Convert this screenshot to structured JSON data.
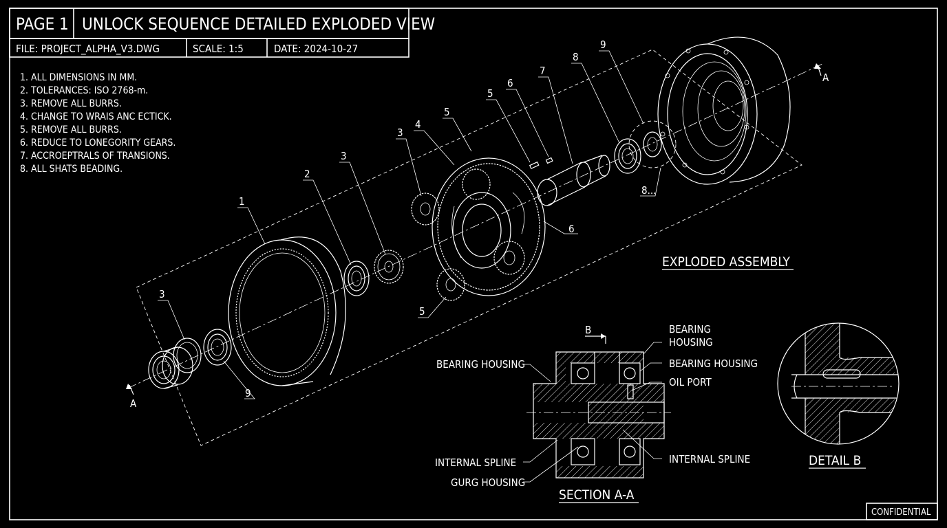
{
  "title_block": {
    "page": "PAGE 1",
    "title": "UNLOCK SEQUENCE DETAILED EXPLODED VIEW",
    "file": "FILE: PROJECT_ALPHA_V3.DWG",
    "scale": "SCALE: 1:5",
    "date": "DATE: 2024-10-27"
  },
  "notes": [
    "1. ALL DIMENSIONS IN MM.",
    "2. TOLERANCES: ISO 2768-m.",
    "3. REMOVE ALL BURRS.",
    "4. CHANGE TO WRAIS ANC ECTICK.",
    "5. REMOVE ALL BURRS.",
    "6. REDUCE TO LONEGORITY GEARS.",
    "7. ACCROEPTRALS OF TRANSIONS.",
    "8. ALL SHATS BEADING."
  ],
  "exploded": {
    "heading": "EXPLODED ASSEMBLY",
    "section_marker": "A",
    "callouts": {
      "ring_gear": "1",
      "bearing_left": "2",
      "gear_left": "3",
      "spacer_left": "3",
      "bearing_small": "9",
      "gear_planet": "3",
      "carrier": "4",
      "planet_top": "5",
      "planet_bottom": "5",
      "ring_inner": "6",
      "pin": "5",
      "key": "6",
      "shaft": "7",
      "bearing_right": "8",
      "bearing_small_right": "9",
      "detail_ref": "8..."
    }
  },
  "section": {
    "heading": "SECTION A-A",
    "marker": "B",
    "labels": {
      "bearing_housing_left": "BEARING HOUSING",
      "bearing_housing_top_1": "BEARING",
      "bearing_housing_top_2": "HOUSING",
      "bearing_housing_right": "BEARING HOUSING",
      "oil_port": "OIL PORT",
      "internal_spline_left": "INTERNAL SPLINE",
      "internal_spline_right": "INTERNAL SPLINE",
      "gurg_housing": "GURG HOUSING"
    }
  },
  "detail": {
    "heading": "DETAIL B"
  },
  "stamp": "CONFIDENTIAL",
  "colors": {
    "background": "#000000",
    "linework": "#ffffff"
  }
}
